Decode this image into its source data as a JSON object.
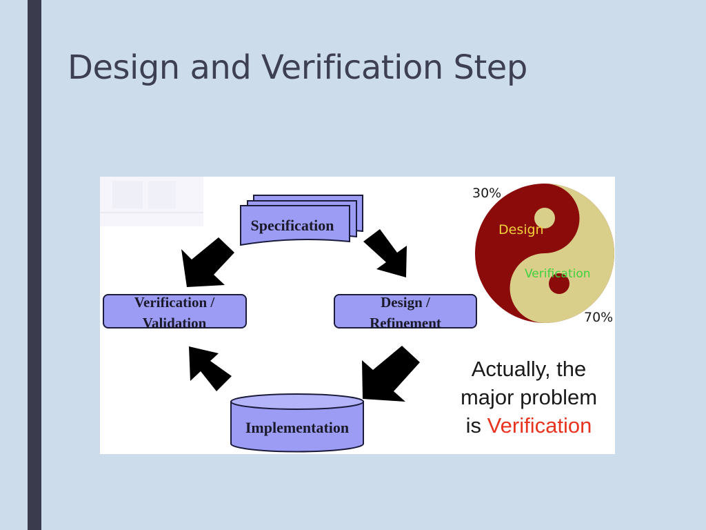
{
  "slide": {
    "title": "Design and Verification Step"
  },
  "cycle": {
    "specification": "Specification",
    "design_line1": "Design /",
    "design_line2": "Refinement",
    "verification_line1": "Verification /",
    "verification_line2": "Validation",
    "implementation": "Implementation"
  },
  "yinyang": {
    "top_percent": "30%",
    "bottom_percent": "70%",
    "design_label": "Design",
    "verification_label": "Verification",
    "colors": {
      "dark": "#8b0a0a",
      "light": "#d9cf8a",
      "design_text": "#f2d13a",
      "verification_text": "#3fd13f"
    }
  },
  "callout": {
    "line1": "Actually, the",
    "line2": "major problem",
    "line3_prefix": "is ",
    "line3_highlight": "Verification"
  },
  "colors": {
    "box_fill": "#9c9cf5",
    "arrow": "#000000",
    "highlight": "#e8341f"
  }
}
